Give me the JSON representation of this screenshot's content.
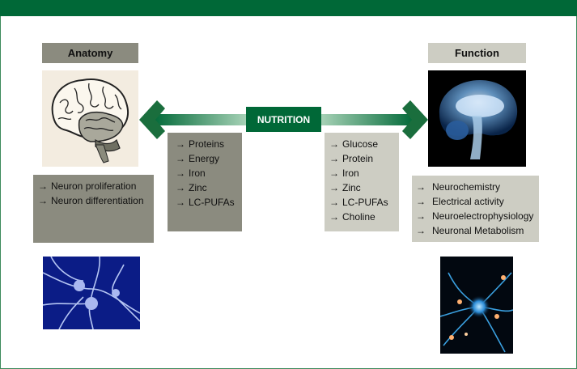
{
  "colors": {
    "brand_green": "#006837",
    "anatomy_gray": "#8b8b7f",
    "function_gray": "#cdcdc3"
  },
  "anatomy": {
    "title": "Anatomy",
    "image_icon": "brain-illustration",
    "items": [
      "Neuron proliferation",
      "Neuron differentiation"
    ],
    "bottom_image_icon": "neuron-network-image"
  },
  "function": {
    "title": "Function",
    "image_icon": "glowing-brain-image",
    "items": [
      "Neurochemistry",
      "Electrical activity",
      "Neuroelectrophysiology",
      "Neuronal Metabolism"
    ],
    "bottom_image_icon": "firing-neuron-image"
  },
  "nutrition": {
    "label": "NUTRITION",
    "anatomy_nutrients": [
      "Proteins",
      "Energy",
      "Iron",
      "Zinc",
      "LC-PUFAs"
    ],
    "function_nutrients": [
      "Glucose",
      "Protein",
      "Iron",
      "Zinc",
      "LC-PUFAs",
      "Choline"
    ]
  },
  "arrow_glyph": "→"
}
